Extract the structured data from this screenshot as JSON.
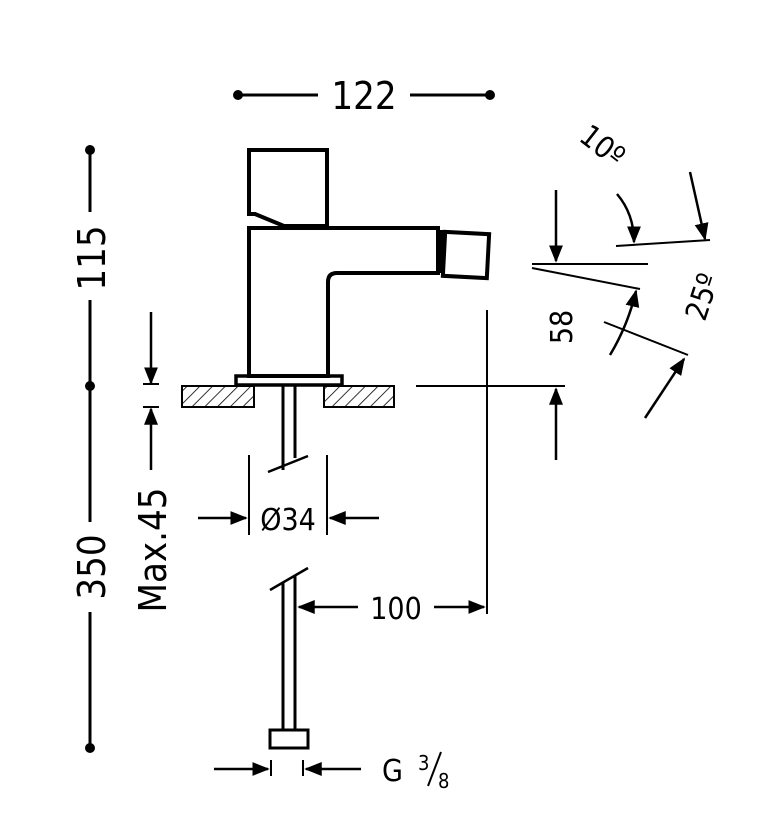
{
  "dimensions": {
    "overall_width": "122",
    "body_height": "115",
    "hose_length": "350",
    "max_deck_thickness": "Max.45",
    "hole_diameter": "Ø34",
    "hose_reach": "100",
    "spout_height": "58",
    "spout_angle_small": "10º",
    "spout_angle_large": "25º",
    "connection_thread": "G",
    "thread_num": "3",
    "thread_den": "8"
  }
}
